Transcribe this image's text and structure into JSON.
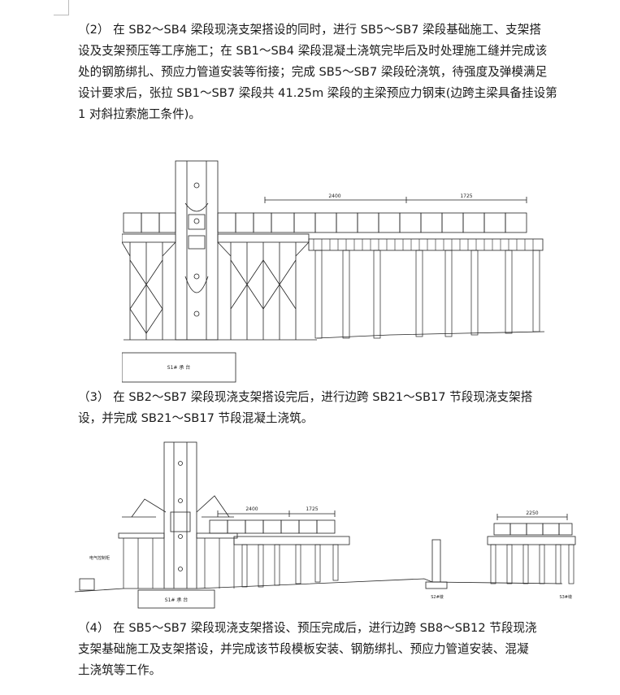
{
  "paragraphs": {
    "p2": [
      "（2） 在 SB2～SB4 梁段现浇支架搭设的同时，进行 SB5～SB7 梁段基础施工、支架搭",
      "设及支架预压等工序施工；在 SB1～SB4 梁段混凝土浇筑完毕后及时处理施工缝并完成该",
      "处的钢筋绑扎、预应力管道安装等衔接；完成 SB5～SB7 梁段砼浇筑，待强度及弹模满足",
      "设计要求后，张拉 SB1～SB7 梁段共 41.25m 梁段的主梁预应力钢束(边跨主梁具备挂设第",
      "1 对斜拉索施工条件)。"
    ],
    "p3": [
      "（3）  在 SB2～SB7 梁段现浇支架搭设完后，进行边跨 SB21～SB17 节段现浇支架搭",
      "设，并完成 SB21～SB17 节段混凝土浇筑。"
    ],
    "p4": [
      "（4） 在 SB5～SB7 梁段现浇支架搭设、预压完成后，进行边跨 SB8～SB12 节段现浇",
      "支架基础施工及支架搭设，并完成该节段模板安装、钢筋绑扎、预应力管道安装、混凝",
      "土浇筑等工作。"
    ]
  },
  "figure1": {
    "dim_left": "2400",
    "dim_right": "1725",
    "foundation_label": "S1# 承 台"
  },
  "figure2": {
    "dim_left": "2400",
    "dim_right": "1725",
    "dim_side": "2250",
    "foundation_label": "S1# 承 台",
    "pier_52": "S2#墩",
    "pier_53": "S3#墩",
    "crane_label": "电气控制柜"
  },
  "colors": {
    "line": "#222222",
    "text": "#1a1a1a"
  }
}
